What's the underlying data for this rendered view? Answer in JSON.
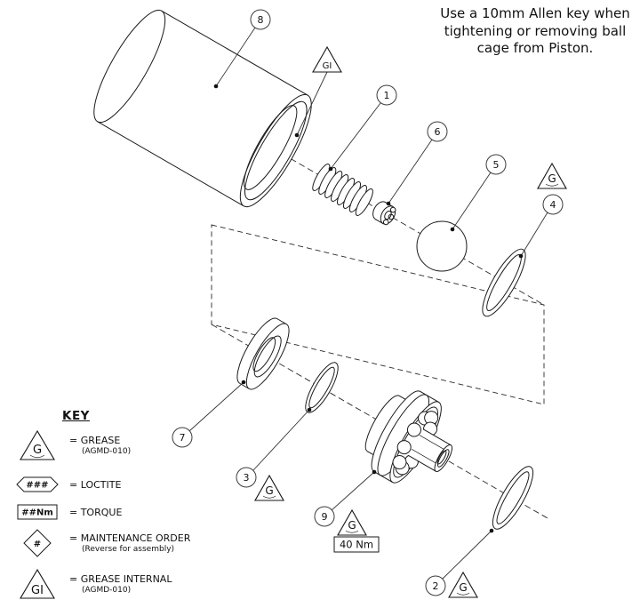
{
  "note": {
    "lines": [
      "Use a 10mm Allen key when",
      "tightening or removing ball",
      "cage from Piston."
    ]
  },
  "callouts": [
    "1",
    "2",
    "3",
    "4",
    "5",
    "6",
    "7",
    "8",
    "9"
  ],
  "torque_note": "40 Nm",
  "symbols": {
    "grease": "G",
    "grease_internal": "GI",
    "loctite": "###",
    "torque": "##Nm",
    "maintenance": "#"
  },
  "key": {
    "title": "KEY",
    "items": [
      {
        "label": "= GREASE",
        "sub": "(AGMD-010)"
      },
      {
        "label": "= LOCTITE",
        "sub": ""
      },
      {
        "label": "= TORQUE",
        "sub": ""
      },
      {
        "label": "= MAINTENANCE ORDER",
        "sub": "(Reverse for assembly)"
      },
      {
        "label": "= GREASE INTERNAL",
        "sub": "(AGMD-010)"
      }
    ]
  },
  "colors": {
    "line": "#1a1a1a",
    "background": "#ffffff"
  }
}
